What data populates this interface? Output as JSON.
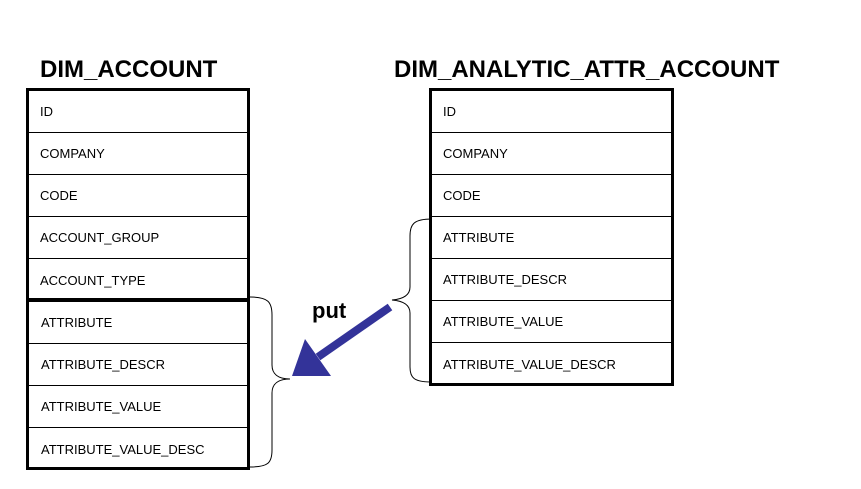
{
  "tables": {
    "dim_account": {
      "title": "DIM_ACCOUNT",
      "base_fields": [
        "ID",
        "COMPANY",
        "CODE",
        "ACCOUNT_GROUP",
        "ACCOUNT_TYPE"
      ],
      "attribute_fields": [
        "ATTRIBUTE",
        "ATTRIBUTE_DESCR",
        "ATTRIBUTE_VALUE",
        "ATTRIBUTE_VALUE_DESC"
      ]
    },
    "dim_analytic_attr_account": {
      "title": "DIM_ANALYTIC_ATTR_ACCOUNT",
      "fields": [
        "ID",
        "COMPANY",
        "CODE",
        "ATTRIBUTE",
        "ATTRIBUTE_DESCR",
        "ATTRIBUTE_VALUE",
        "ATTRIBUTE_VALUE_DESCR"
      ]
    }
  },
  "arrow": {
    "label": "put",
    "color": "#333399"
  },
  "colors": {
    "border": "#000000",
    "background": "#ffffff"
  }
}
